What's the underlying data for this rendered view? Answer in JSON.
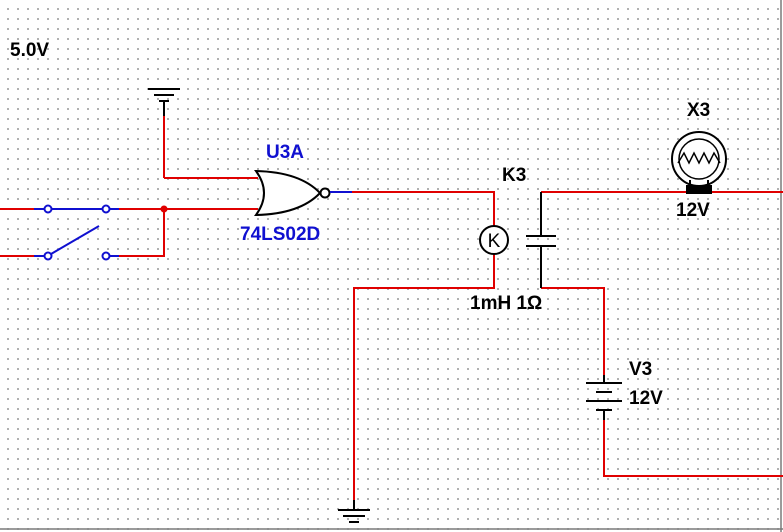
{
  "colors": {
    "wire": "#e00000",
    "switch": "#1010d0",
    "component": "#000000",
    "gate_label": "#1010d0",
    "grid_dot": "#9a9a9a"
  },
  "labels": {
    "vcc": "5.0V",
    "gate_ref": "U3A",
    "gate_part": "74LS02D",
    "relay_ref": "K3",
    "relay_specs": "1mH 1Ω",
    "lamp_ref": "X3",
    "lamp_rating": "12V",
    "battery_ref": "V3",
    "battery_value": "12V"
  }
}
